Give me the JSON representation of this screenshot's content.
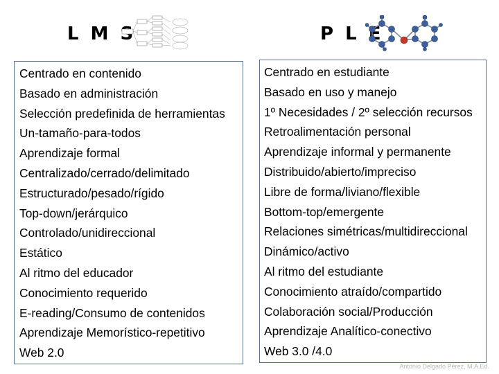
{
  "lms": {
    "title": "L M S",
    "items": [
      "Centrado en contenido",
      "Basado en administración",
      "Selección predefinida de herramientas",
      "Un-tamaño-para-todos",
      "Aprendizaje formal",
      "Centralizado/cerrado/delimitado",
      "Estructurado/pesado/rígido",
      "Top-down/jerárquico",
      "Controlado/unidireccional",
      "Estático",
      "Al ritmo del educador",
      "Conocimiento requerido",
      "E-reading/Consumo de contenidos",
      "Aprendizaje Memorístico-repetitivo",
      "Web 2.0"
    ]
  },
  "ple": {
    "title": "P L E",
    "items": [
      "Centrado en estudiante",
      "Basado en uso y manejo",
      "1º Necesidades / 2º selección recursos",
      "Retroalimentación personal",
      "Aprendizaje informal y permanente",
      "Distribuido/abierto/impreciso",
      "Libre de forma/liviano/flexible",
      "Bottom-top/emergente",
      "Relaciones simétricas/multidireccional",
      "Dinámico/activo",
      "Al ritmo del estudiante",
      "Conocimiento atraído/compartido",
      "Colaboración social/Producción",
      "Aprendizaje Analítico-conectivo",
      "Web 3.0 /4.0"
    ]
  },
  "credit": "Antonio Delgado Pérez, M.A.Ed."
}
